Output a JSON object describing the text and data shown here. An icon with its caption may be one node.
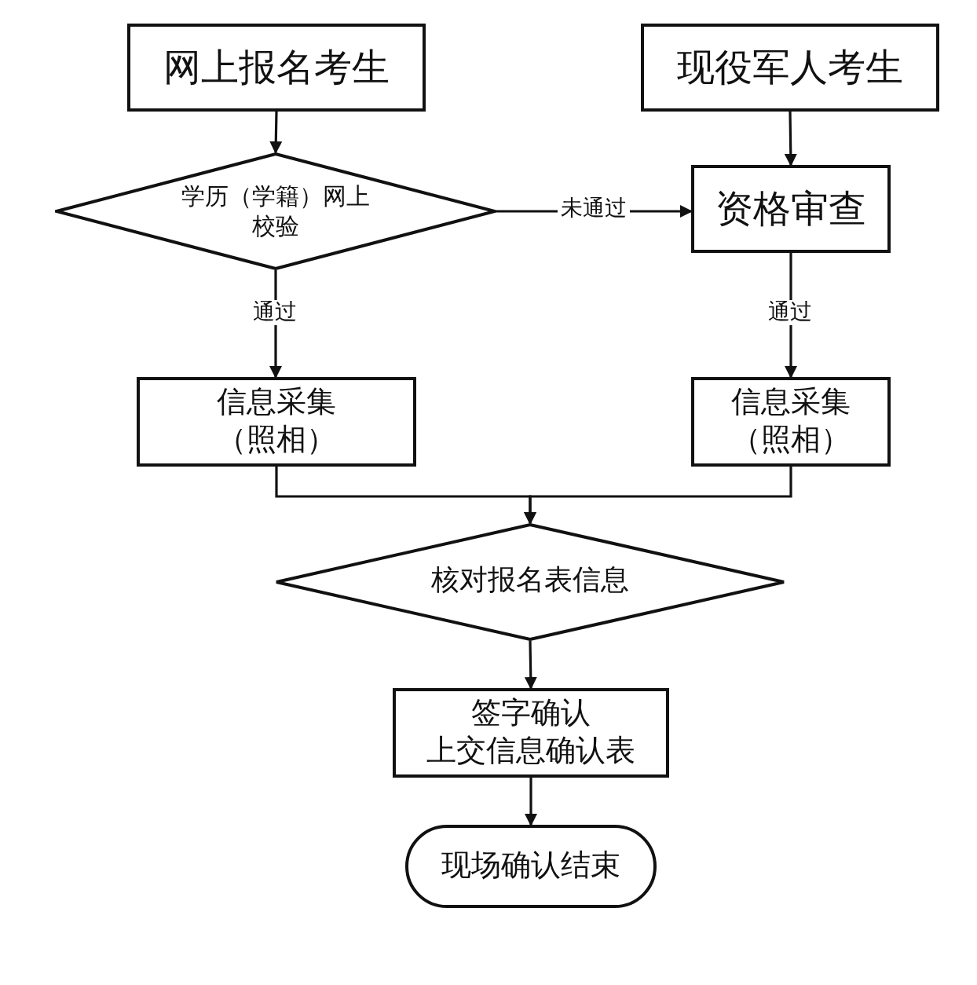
{
  "diagram": {
    "nodes": [
      {
        "text": [
          "网上报名考生"
        ]
      },
      {
        "text": [
          "现役军人考生"
        ]
      },
      {
        "text": [
          "学历（学籍）网上校验"
        ]
      },
      {
        "text": [
          "资格审查"
        ]
      },
      {
        "text": [
          "信息采集（照相）"
        ]
      },
      {
        "text": [
          "信息采集（照相）"
        ]
      },
      {
        "text": [
          "核对报名表信息"
        ]
      },
      {
        "text": [
          "签字确认",
          "上交信息确认表"
        ]
      },
      {
        "text": [
          "现场确认结束"
        ]
      }
    ],
    "edges": [
      {
        "from": 0,
        "to": 2,
        "arrow": "to"
      },
      {
        "from": 1,
        "to": 3,
        "arrow": "to"
      },
      {
        "from": 2,
        "to": 3,
        "arrow": "to",
        "label": "未通过"
      },
      {
        "from": 2,
        "to": 4,
        "arrow": "to",
        "label": "通过"
      },
      {
        "from": 3,
        "to": 5,
        "arrow": "to",
        "label": "通过"
      },
      {
        "from": 4,
        "to": 6,
        "arrow": "to"
      },
      {
        "from": 5,
        "to": 6,
        "arrow": "to"
      },
      {
        "from": 6,
        "to": 7,
        "arrow": "to"
      },
      {
        "from": 7,
        "to": 8,
        "arrow": "to"
      }
    ]
  }
}
